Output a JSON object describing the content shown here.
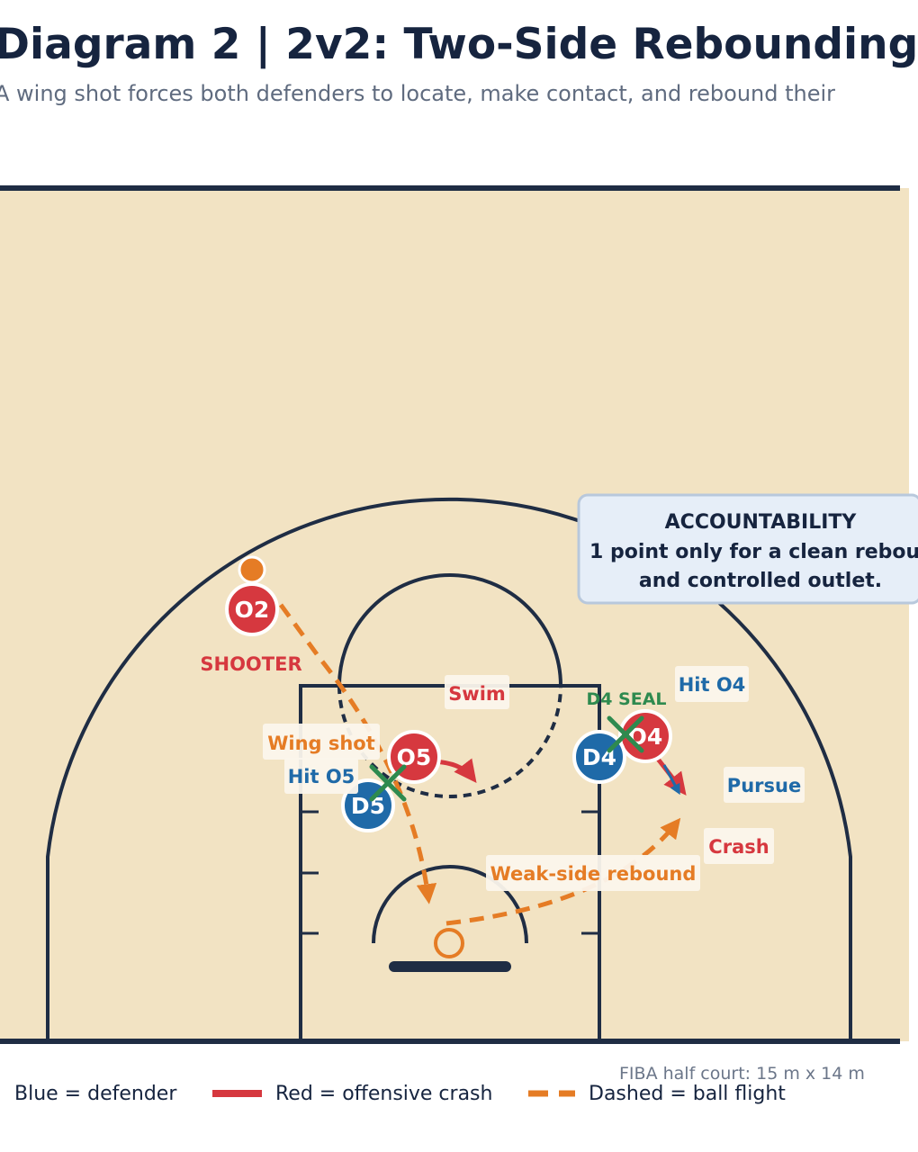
{
  "title": "Diagram 2 | 2v2: Two-Side Rebounding",
  "subtitle": "A wing shot forces both defenders to locate, make contact, and rebound their",
  "players": {
    "o2": "O2",
    "o5": "O5",
    "o4": "O4",
    "d5": "D5",
    "d4": "D4"
  },
  "labels": {
    "shooter": "SHOOTER",
    "swim": "Swim",
    "wing_shot": "Wing shot",
    "hit_o5": "Hit O5",
    "hit_o4": "Hit O4",
    "d4_seal": "D4 SEAL",
    "pursue": "Pursue",
    "crash": "Crash",
    "weak_side_rebound": "Weak-side rebound"
  },
  "callout": {
    "heading": "ACCOUNTABILITY",
    "line1": "1 point only for a clean rebou",
    "line2": "and controlled outlet."
  },
  "court_note": "FIBA half court: 15 m x 14 m",
  "legend": {
    "defender": "Blue = defender",
    "crash": "Red = offensive crash",
    "ball": "Dashed = ball flight"
  },
  "colors": {
    "court": "#f2e3c3",
    "lines": "#1f2d44",
    "defender": "#1f6aa8",
    "offense": "#d6383f",
    "ball": "#e57c25",
    "seal": "#2e8a4f",
    "callout_bg": "#e6eef8",
    "callout_border": "#b8c8dc"
  }
}
